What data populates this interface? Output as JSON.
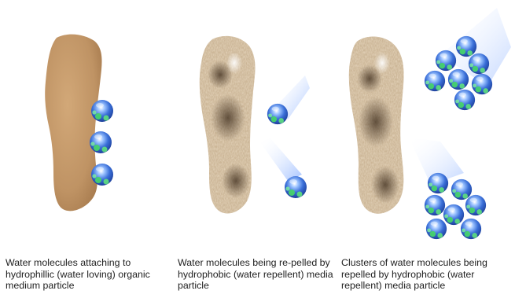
{
  "panels": [
    {
      "caption": "Water molecules attaching to hydrophillic (water loving) organic medium particle"
    },
    {
      "caption": "Water molecules being re-pelled by hydrophobic (water repellent) media particle"
    },
    {
      "caption": "Clusters of water molecules being repelled by hydrophobic (water repellent) media particle"
    }
  ],
  "colors": {
    "hydrophilic_particle": "#c69a6a",
    "hydrophobic_particle": "#8a6a48",
    "molecule_blue": "#3a6fd8",
    "molecule_green": "#3fcf6a"
  }
}
